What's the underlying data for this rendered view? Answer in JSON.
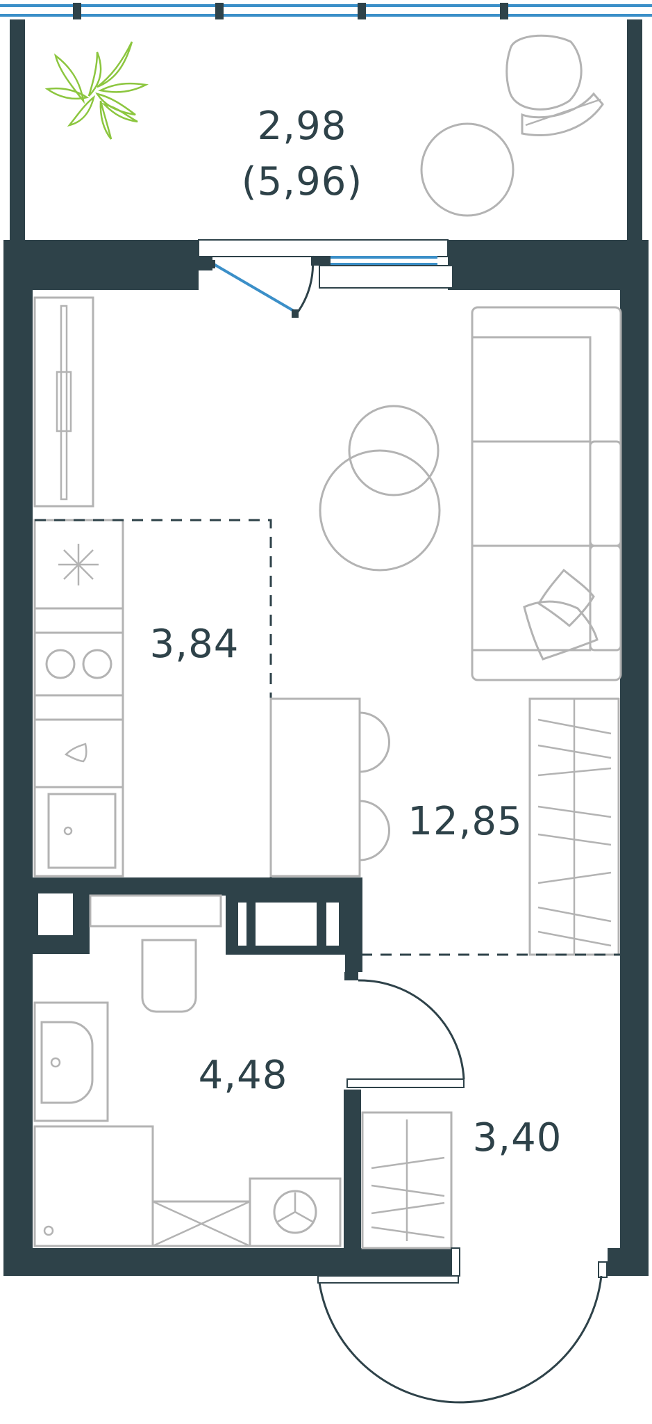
{
  "rooms": {
    "balcony": {
      "area": "2,98",
      "area_alt": "(5,96)"
    },
    "kitchen": {
      "area": "3,84"
    },
    "living": {
      "area": "12,85"
    },
    "bathroom": {
      "area": "4,48"
    },
    "hall": {
      "area": "3,40"
    }
  },
  "colors": {
    "wall": "#2e4249",
    "furniture": "#b3b3b3",
    "glass": "#3b8fc8",
    "plant": "#8cc63f"
  }
}
